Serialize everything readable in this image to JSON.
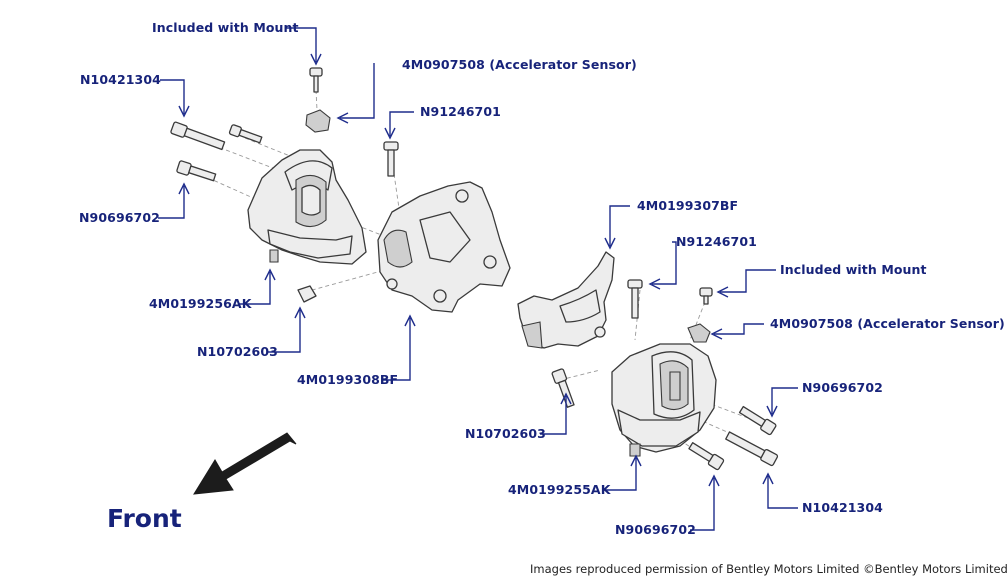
{
  "labels": {
    "included_top": "Included with Mount",
    "sensor_top": "4M0907508 (Accelerator Sensor)",
    "n10421304_left": "N10421304",
    "n91246701_left": "N91246701",
    "n90696702_left": "N90696702",
    "mount_left": "4M0199256AK",
    "n10702603_left": "N10702603",
    "bracket_left": "4M0199308BF",
    "bracket_right": "4M0199307BF",
    "n91246701_right": "N91246701",
    "included_right": "Included with Mount",
    "sensor_right": "4M0907508 (Accelerator Sensor)",
    "n90696702_right_top": "N90696702",
    "n10702603_right": "N10702603",
    "mount_right": "4M0199255AK",
    "n10421304_right": "N10421304",
    "n90696702_right_bottom": "N90696702"
  },
  "front_label": "Front",
  "credit": "Images reproduced permission of Bentley Motors Limited ©Bentley Motors Limited",
  "colors": {
    "label": "#17237a",
    "leader": "#1f2d8c",
    "part_fill": "#ededed",
    "part_stroke": "#3a3a3a"
  },
  "icons": {
    "front_direction": "arrow-down-left-icon"
  }
}
